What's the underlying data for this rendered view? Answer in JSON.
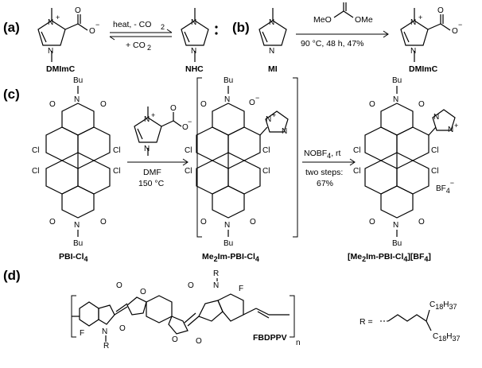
{
  "panels": {
    "a": "(a)",
    "b": "(b)",
    "c": "(c)",
    "d": "(d)"
  },
  "compounds": {
    "dmimc": "DMImC",
    "nhc": "NHC",
    "mi": "MI",
    "dmimc_b": "DMImC",
    "pbi_main": "PBI-Cl",
    "pbi_sub": "4",
    "mid_main1": "Me",
    "mid_sub1": "2",
    "mid_main2": "Im-PBI-Cl",
    "mid_sub2": "4",
    "prod_main1": "[Me",
    "prod_sub1": "2",
    "prod_main2": "Im-PBI-Cl",
    "prod_sub2": "4",
    "prod_main3": "][BF",
    "prod_sub3": "4",
    "prod_main4": "]",
    "fbdppv": "FBDPPV"
  },
  "conditions": {
    "a_forward": "heat, - CO",
    "a_forward_sub": "2",
    "a_reverse": "+ CO",
    "a_reverse_sub": "2",
    "b_reagent": "MeO",
    "b_reagent2": "OMe",
    "b_conditions": "90 °C, 48 h, 47%",
    "c1_solvent": "DMF",
    "c1_temp": "150 °C",
    "c2_reagent": "NOBF",
    "c2_reagent_sub": "4",
    "c2_reagent_tail": ", rt",
    "c2_steps": "two steps:",
    "c2_yield": "67%"
  },
  "atoms": {
    "n": "N",
    "nplus": "N",
    "plus": "+",
    "minus": "−",
    "o": "O",
    "ominus": "O",
    "cl": "Cl",
    "bu": "Bu",
    "f": "F",
    "r": "R",
    "n_repeat": "n",
    "bf4": "BF",
    "bf4_sub": "4"
  },
  "r_group": {
    "label": "R =",
    "branch1": "C",
    "branch1_sub": "18",
    "branch1_h": "H",
    "branch1_hsub": "37",
    "branch2": "C",
    "branch2_sub": "18",
    "branch2_h": "H",
    "branch2_hsub": "37"
  }
}
